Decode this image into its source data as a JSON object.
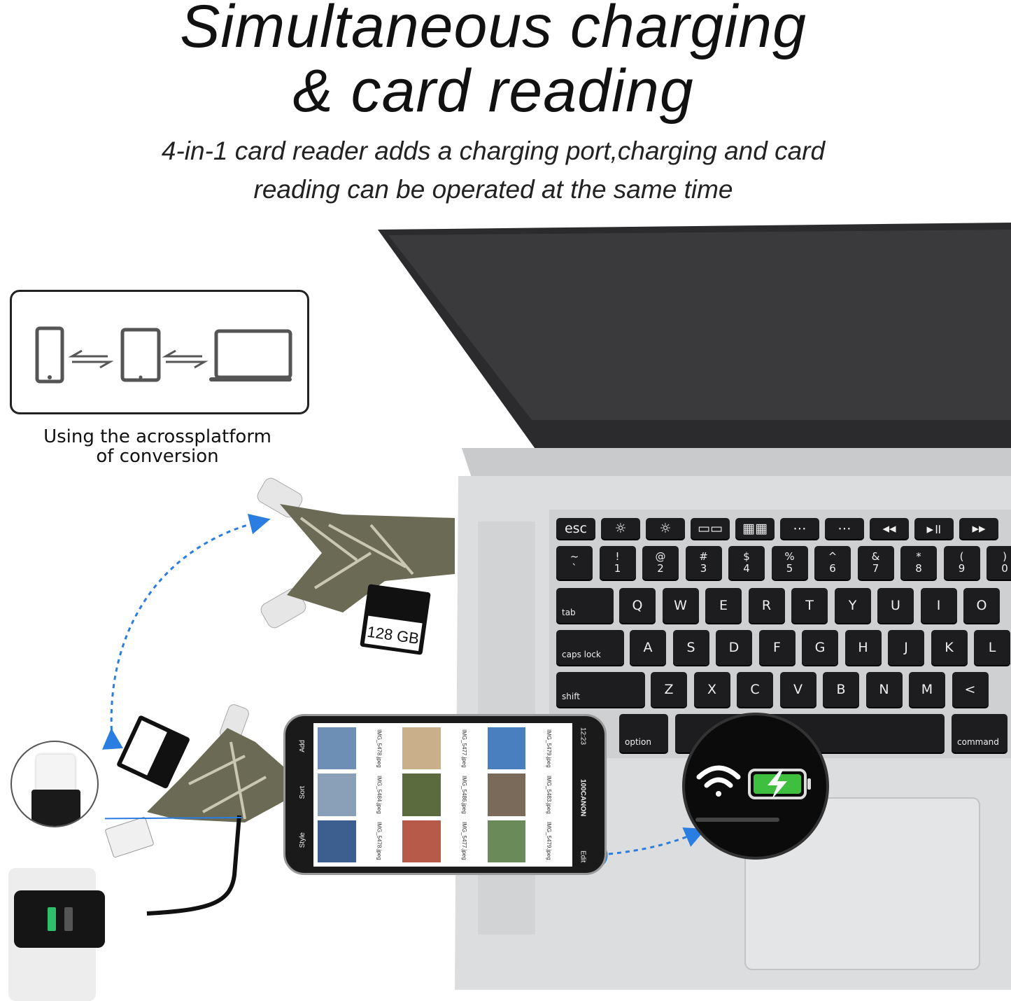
{
  "headline": {
    "title_line1": "Simultaneous charging",
    "title_line2": "& card reading",
    "subtitle_line1": "4-in-1 card reader adds a charging port,charging and card",
    "subtitle_line2": "reading can be operated at the same time"
  },
  "platform": {
    "icons": [
      "phone-icon",
      "swap-arrows-icon",
      "tablet-icon",
      "swap-arrows-icon",
      "laptop-icon"
    ],
    "caption_line1": "Using the acrossplatform",
    "caption_line2": "of conversion"
  },
  "sd_card": {
    "capacity": "128 GB"
  },
  "phone_screen": {
    "time": "12:23",
    "folder_title": "100CANON",
    "edit_label": "Edit",
    "toolbar": [
      "Add",
      "Sort",
      "Style"
    ],
    "file_names": [
      "IMG_5478.jpeg",
      "IMG_5477.jpeg",
      "IMG_5479.jpeg",
      "IMG_5484.jpeg",
      "IMG_5486.jpeg",
      "IMG_5483.jpeg"
    ]
  },
  "status_badge": {
    "icons": [
      "wifi-icon",
      "battery-charging-icon"
    ],
    "battery_color": "#3fbf3f"
  },
  "keyboard": {
    "fn_row": [
      "esc",
      "☼",
      "☼",
      "▭▭",
      "▦▦",
      "⋯",
      "⋯",
      "◂◂",
      "▸॥",
      "▸▸"
    ],
    "num_row": [
      [
        "~",
        "`"
      ],
      [
        "!",
        "1"
      ],
      [
        "@",
        "2"
      ],
      [
        "#",
        "3"
      ],
      [
        "$",
        "4"
      ],
      [
        "%",
        "5"
      ],
      [
        "^",
        "6"
      ],
      [
        "&",
        "7"
      ],
      [
        "*",
        "8"
      ],
      [
        "(",
        "9"
      ],
      [
        ")",
        "0"
      ]
    ],
    "tab": "tab",
    "q_row": [
      "Q",
      "W",
      "E",
      "R",
      "T",
      "Y",
      "U",
      "I",
      "O"
    ],
    "caps": "caps lock",
    "a_row": [
      "A",
      "S",
      "D",
      "F",
      "G",
      "H",
      "J",
      "K",
      "L"
    ],
    "shift": "shift",
    "z_row": [
      "Z",
      "X",
      "C",
      "V",
      "B",
      "N",
      "M",
      "<"
    ],
    "option": "option",
    "command": "command"
  },
  "colors": {
    "accent_arrow": "#2a7de1",
    "laptop_lid": "#2b2b2d",
    "laptop_base": "#d9dadc",
    "camo": "#6b6a55"
  }
}
